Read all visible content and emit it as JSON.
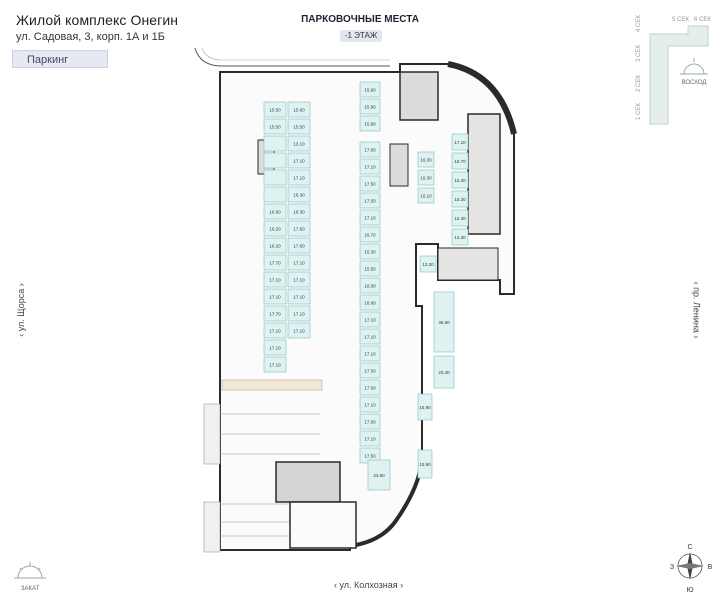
{
  "header": {
    "title": "Жилой комплекс Онегин",
    "address": "ул. Садовая, 3, корп. 1А и 1Б",
    "tab_parking": "Паркинг"
  },
  "plan": {
    "title": "ПАРКОВОЧНЫЕ МЕСТА",
    "floor": "-1 ЭТАЖ"
  },
  "streets": {
    "left": "ул. Щорса",
    "right": "пр. Ленина",
    "bottom": "ул. Колхозная"
  },
  "compass": {
    "n": "С",
    "s": "Ю",
    "w": "З",
    "e": "В"
  },
  "sun": {
    "sunrise": "ВОСХОД",
    "sunset": "ЗАКАТ"
  },
  "sections": [
    "1 СЕК",
    "2 СЕК",
    "3 СЕК",
    "4 СЕК",
    "5 СЕК",
    "6 СЕК"
  ],
  "colors": {
    "spot_fill": "#dff1f0",
    "spot_stroke": "#7cc2bd",
    "wall": "#2a2a2a",
    "core_fill": "#dcdcdc"
  },
  "spots": {
    "left_col_a": [
      "15.50",
      "15.50",
      "",
      "",
      "",
      "",
      "16.60",
      "16.20",
      "16.20",
      "17.70",
      "17.10",
      "17.10",
      "17.70",
      "17.10",
      "17.10",
      "17.10"
    ],
    "left_col_b": [
      "15.60",
      "15.50",
      "13.10",
      "17.10",
      "17.10",
      "16.30",
      "16.30",
      "17.60",
      "17.60",
      "17.10",
      "17.10",
      "17.10",
      "17.10",
      "17.10"
    ],
    "center_top": [
      "15.90",
      "15.90",
      "15.90"
    ],
    "center_col": [
      "17.60",
      "17.10",
      "17.50",
      "17.50",
      "17.10",
      "16.70",
      "15.30",
      "15.50",
      "16.00",
      "16.00",
      "17.10",
      "17.10",
      "17.10",
      "17.50",
      "17.50",
      "17.10",
      "17.50",
      "17.10",
      "17.50"
    ],
    "mid_small": [
      "16.30",
      "16.30",
      "16.10"
    ],
    "right_col": [
      "17.10",
      "15.70",
      "15.30",
      "15.30",
      "15.30",
      "13.30"
    ],
    "right_small": [
      "13.30"
    ],
    "lower_right": [
      "36.60",
      "23.40",
      "15.90",
      "15.90",
      "23.60"
    ]
  }
}
